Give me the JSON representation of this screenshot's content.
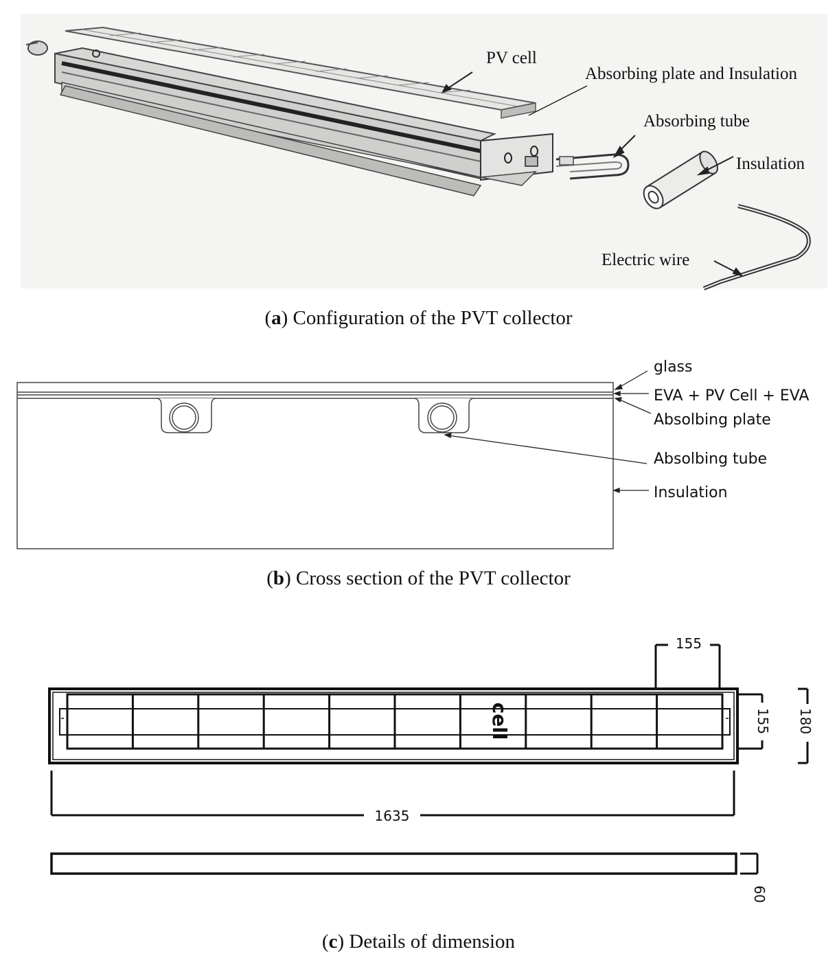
{
  "panel_a": {
    "labels": {
      "pv_cell": "PV cell",
      "absorbing_plate_insulation": "Absorbing plate and Insulation",
      "absorbing_tube": "Absorbing tube",
      "insulation": "Insulation",
      "electric_wire": "Electric wire"
    },
    "caption_letter": "a",
    "caption_text": "Configuration of the PVT collector"
  },
  "panel_b": {
    "labels": {
      "glass": "glass",
      "eva_pv_eva": "EVA + PV Cell + EVA",
      "absorbing_plate": "Absolbing plate",
      "absorbing_tube": "Absolbing tube",
      "insulation": "Insulation"
    },
    "caption_letter": "b",
    "caption_text": "Cross section of the PVT collector"
  },
  "panel_c": {
    "cell_label": "cell",
    "dims": {
      "cell_width": "155",
      "cell_height": "155",
      "module_height": "180",
      "module_length": "1635",
      "module_thickness": "60"
    },
    "cell_count": 10,
    "caption_letter": "c",
    "caption_text": "Details of dimension"
  }
}
